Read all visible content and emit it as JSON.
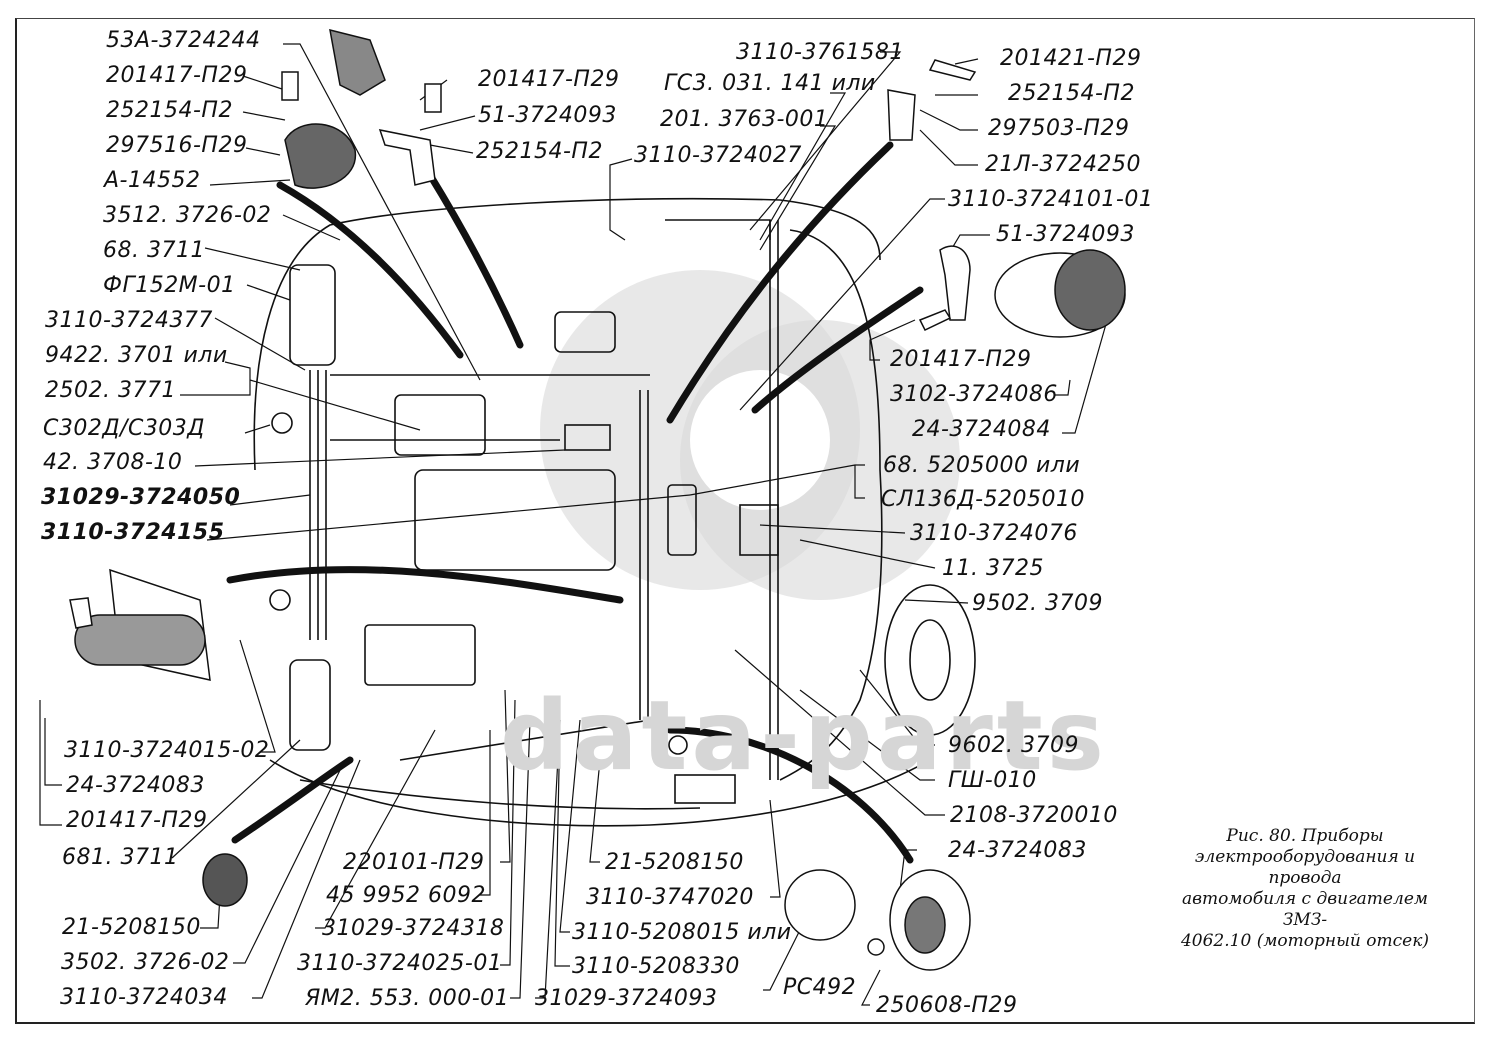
{
  "figure": {
    "caption_lines": [
      "Рис. 80. Приборы",
      "электрооборудования и провода",
      "автомобиля с двигателем ЗМЗ-",
      "4062.10 (моторный отсек)"
    ],
    "watermark": "data-parts"
  },
  "labels": {
    "left": [
      "53А-3724244",
      "201417-П29",
      "252154-П2",
      "297516-П29",
      "А-14552",
      "3512. 3726-02",
      "68. 3711",
      "ФГ152М-01",
      "3110-3724377",
      "9422. 3701 или",
      "2502. 3771",
      "С302Д/С303Д",
      "42. 3708-10",
      "31029-3724050",
      "3110-3724155",
      "3110-3724015-02",
      "24-3724083",
      "201417-П29",
      "681. 3711",
      "21-5208150",
      "3502. 3726-02",
      "3110-3724034"
    ],
    "top_center": [
      "201417-П29",
      "51-3724093",
      "252154-П2",
      "3110-3761581",
      "ГС3. 031. 141 или",
      "201. 3763-001",
      "3110-3724027"
    ],
    "right": [
      "201421-П29",
      "252154-П2",
      "297503-П29",
      "21Л-3724250",
      "3110-3724101-01",
      "51-3724093",
      "201417-П29",
      "3102-3724086",
      "24-3724084",
      "68. 5205000 или",
      "СЛ136Д-5205010",
      "3110-3724076",
      "11. 3725",
      "9502. 3709",
      "9602. 3709",
      "ГШ-010",
      "2108-3720010",
      "24-3724083",
      "250608-П29",
      "РС492"
    ],
    "bottom": [
      "220101-П29",
      "45 9952 6092",
      "31029-3724318",
      "3110-3724025-01",
      "ЯМ2. 553. 000-01",
      "21-5208150",
      "3110-3747020",
      "3110-5208015 или",
      "3110-5208330",
      "31029-3724093"
    ]
  }
}
